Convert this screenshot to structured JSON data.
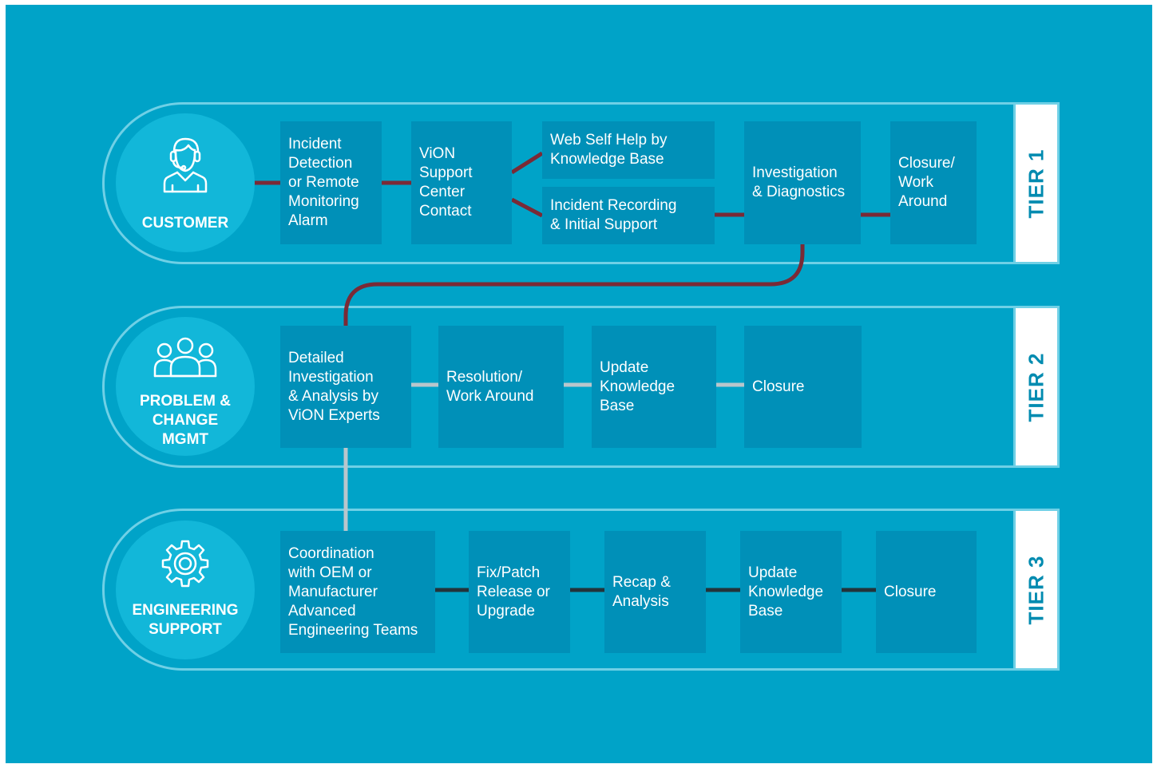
{
  "tiers": [
    {
      "tier_label": "TIER 1",
      "group_label": "CUSTOMER",
      "icon": "headset-agent-icon",
      "steps": [
        "Incident\nDetection\nor Remote\nMonitoring\nAlarm",
        "ViON\nSupport\nCenter\nContact",
        "Web Self Help by\nKnowledge Base",
        "Incident Recording\n& Initial Support",
        "Investigation\n& Diagnostics",
        "Closure/\nWork\nAround"
      ]
    },
    {
      "tier_label": "TIER 2",
      "group_label": "PROBLEM &\nCHANGE\nMGMT",
      "icon": "people-group-icon",
      "steps": [
        "Detailed\nInvestigation\n& Analysis by\nViON Experts",
        "Resolution/\nWork Around",
        "Update\nKnowledge\nBase",
        "Closure"
      ]
    },
    {
      "tier_label": "TIER 3",
      "group_label": "ENGINEERING\nSUPPORT",
      "icon": "gear-icon",
      "steps": [
        "Coordination\nwith OEM or\nManufacturer\nAdvanced\nEngineering Teams",
        "Fix/Patch\nRelease or\nUpgrade",
        "Recap &\nAnalysis",
        "Update\nKnowledge\nBase",
        "Closure"
      ]
    }
  ],
  "colors": {
    "background": "#00a3c8",
    "box": "#0090b8",
    "circle": "#12b7d9",
    "lane_border": "#6fd0e6",
    "tier_text": "#008bb0",
    "connector_tier1": "#7a2a36",
    "connector_tier2": "#b9c6cc",
    "connector_tier3": "#23333a"
  }
}
